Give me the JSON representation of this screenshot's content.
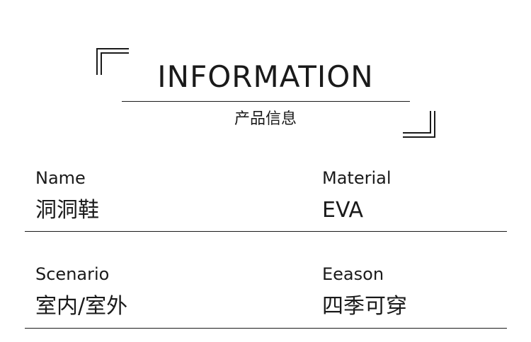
{
  "header": {
    "title": "INFORMATION",
    "subtitle": "产品信息"
  },
  "rows": [
    {
      "left": {
        "label": "Name",
        "value": "洞洞鞋"
      },
      "right": {
        "label": "Material",
        "value": "EVA"
      }
    },
    {
      "left": {
        "label": "Scenario",
        "value": "室内/室外"
      },
      "right": {
        "label": "Eeason",
        "value": "四季可穿"
      }
    }
  ]
}
